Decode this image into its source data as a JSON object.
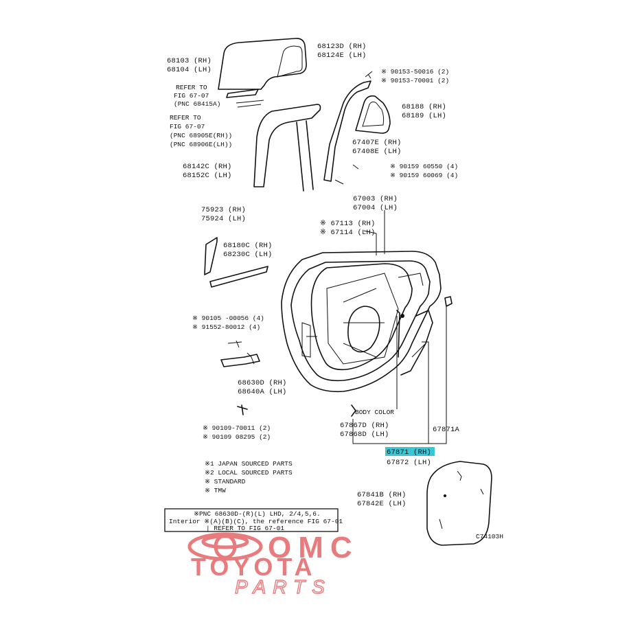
{
  "parts": {
    "p68123_rh": "68123D (RH)",
    "p68124_lh": "68124E (LH)",
    "p68103_rh": "68103 (RH)",
    "p68104_lh": "68104 (LH)",
    "refer_a1": "REFER TO",
    "refer_a2": "FIG 67-07",
    "refer_a3": "(PNC 68415A)",
    "refer_b1": "REFER TO",
    "refer_b2": "FIG 67-07",
    "refer_b3": "(PNC 68905E(RH))",
    "refer_b4": "(PNC 68906E(LH))",
    "s90153_1": "※ 90153-50016 (2)",
    "s90153_2": "※ 90153-70001 (2)",
    "p68188_rh": "68188 (RH)",
    "p68189_lh": "68189 (LH)",
    "p67407_rh": "67407E (RH)",
    "p67408_lh": "67408E (LH)",
    "p68142_rh": "68142C (RH)",
    "p68152_lh": "68152C (LH)",
    "s90159_1": "※ 90159 60550 (4)",
    "s90159_2": "※ 90159 60069 (4)",
    "p67003_rh": "67003 (RH)",
    "p67004_lh": "67004 (LH)",
    "p75923_rh": "75923 (RH)",
    "p75924_lh": "75924 (LH)",
    "p67113_rh": "※ 67113 (RH)",
    "p67114_lh": "※ 67114 (LH)",
    "p68180_rh": "68180C (RH)",
    "p68230_lh": "68230C (LH)",
    "s90105": "※ 90105 -00056 (4)",
    "s91552": "※ 91552-80012 (4)",
    "p68630_rh": "68630D (RH)",
    "p68640_lh": "68640A (LH)",
    "body_color": "BODY COLOR",
    "p67867_rh": "67867D (RH)",
    "p67868_lh": "67868D (LH)",
    "p67871a": "67871A",
    "s90109_1": "※ 90109-70011 (2)",
    "s90109_2": "※ 90109 08295 (2)",
    "p67871_rh": "67871 (RH)",
    "p67872_lh": "67872 (LH)",
    "p67841_rh": "67841B (RH)",
    "p67842_lh": "67842E (LH)",
    "legend_1": "※1 JAPAN SOURCED PARTS",
    "legend_2": "※2 LOCAL SOURCED PARTS",
    "legend_3": "※ STANDARD",
    "legend_4": "※ TMW",
    "box_1": "※PNC 68630D-(R)(L) LHD, 2/4,5,6.",
    "box_2": "Interior ※(A)(B)(C), the reference FIG 67-01",
    "box_3": "| REFER TO FIG 67-01",
    "fig_code": "C74103H"
  },
  "watermark": {
    "line1": "OMC",
    "line2": "TOYOTA",
    "line3": "PARTS",
    "color": "#e87b7e"
  },
  "highlight": {
    "part": "67871 (RH)",
    "color": "#39c7d6"
  }
}
